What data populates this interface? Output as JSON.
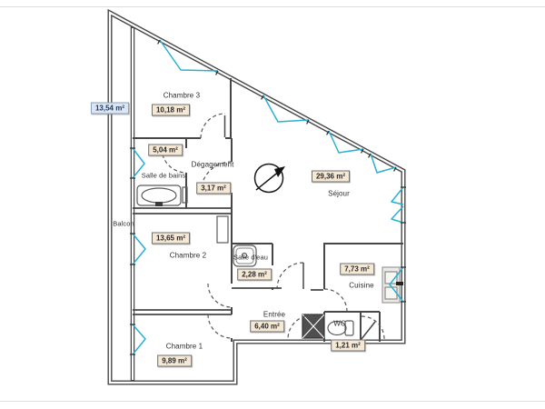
{
  "plan": {
    "rooms": [
      {
        "key": "chambre-3",
        "label": "Chambre 3",
        "area": "10,18 m²"
      },
      {
        "key": "salle-de-bains",
        "label": "Salle de bains",
        "area": "5,04 m²"
      },
      {
        "key": "degagement",
        "label": "Dégagement",
        "area": "3,17 m²"
      },
      {
        "key": "sejour",
        "label": "Séjour",
        "area": "29,36 m²"
      },
      {
        "key": "balcon",
        "label": "Balcon",
        "area": "13,54 m²"
      },
      {
        "key": "chambre-2",
        "label": "Chambre 2",
        "area": "13,65 m²"
      },
      {
        "key": "salle-d-eau",
        "label": "Salle d'eau",
        "area": "2,28 m²"
      },
      {
        "key": "cuisine",
        "label": "Cuisine",
        "area": "7,73 m²"
      },
      {
        "key": "entree",
        "label": "Entrée",
        "area": "6,40 m²"
      },
      {
        "key": "wc",
        "label": "WC",
        "area": "1,21 m²"
      },
      {
        "key": "chambre-1",
        "label": "Chambre 1",
        "area": "9,89 m²"
      }
    ],
    "icons": {
      "north_arrow": "circle-with-ne-arrow"
    },
    "colors": {
      "wall": "#474747",
      "window_blue": "#29b0d4",
      "area_label_bg": "#f5e8d5",
      "area_label_border": "#6f6f6f",
      "balcony_label_bg": "#dce6f2",
      "balcony_label_border": "#8aa0bc",
      "text": "#2e2e2e"
    }
  }
}
